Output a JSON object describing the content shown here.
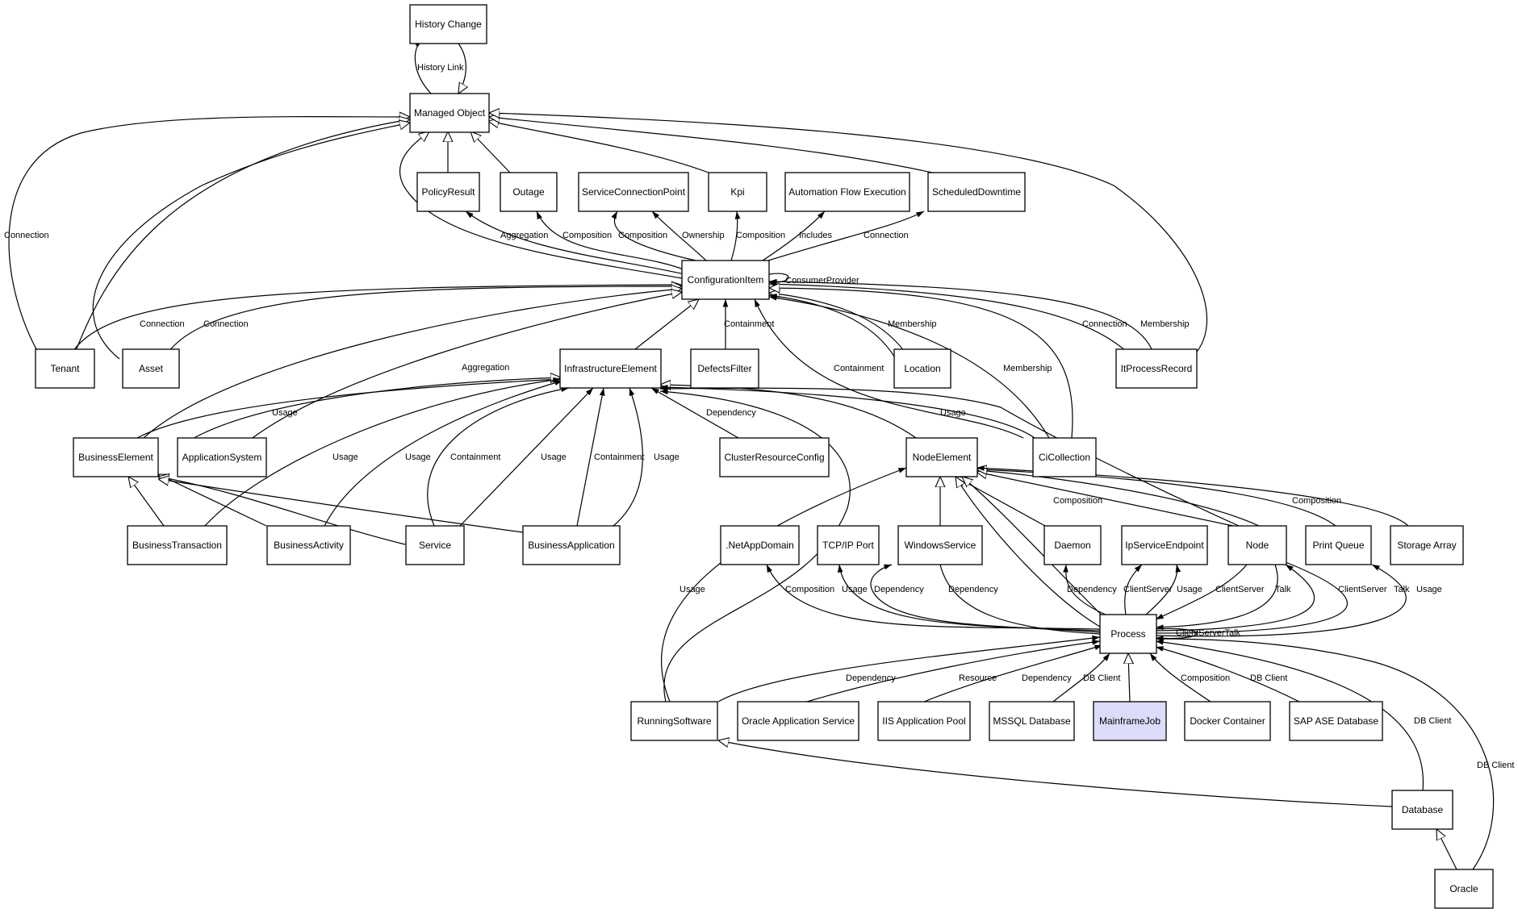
{
  "colors": {
    "background": "#ffffff",
    "stroke": "#000000",
    "node_fill": "#ffffff",
    "highlight_fill": "#dcdcfa"
  },
  "nodes": [
    {
      "id": "history_change",
      "label": "History Change"
    },
    {
      "id": "managed_object",
      "label": "Managed Object"
    },
    {
      "id": "policy_result",
      "label": "PolicyResult"
    },
    {
      "id": "outage",
      "label": "Outage"
    },
    {
      "id": "scp",
      "label": "ServiceConnectionPoint"
    },
    {
      "id": "kpi",
      "label": "Kpi"
    },
    {
      "id": "afe",
      "label": "Automation Flow Execution"
    },
    {
      "id": "sched",
      "label": "ScheduledDowntime"
    },
    {
      "id": "ci",
      "label": "ConfigurationItem"
    },
    {
      "id": "tenant",
      "label": "Tenant"
    },
    {
      "id": "asset",
      "label": "Asset"
    },
    {
      "id": "infra",
      "label": "InfrastructureElement"
    },
    {
      "id": "defects",
      "label": "DefectsFilter"
    },
    {
      "id": "location",
      "label": "Location"
    },
    {
      "id": "itpr",
      "label": "ItProcessRecord"
    },
    {
      "id": "bizel",
      "label": "BusinessElement"
    },
    {
      "id": "appsys",
      "label": "ApplicationSystem"
    },
    {
      "id": "crc",
      "label": "ClusterResourceConfig"
    },
    {
      "id": "nodeel",
      "label": "NodeElement"
    },
    {
      "id": "cicoll",
      "label": "CiCollection"
    },
    {
      "id": "biztx",
      "label": "BusinessTransaction"
    },
    {
      "id": "bizact",
      "label": "BusinessActivity"
    },
    {
      "id": "service",
      "label": "Service"
    },
    {
      "id": "bizapp",
      "label": "BusinessApplication"
    },
    {
      "id": "netapp",
      "label": ".NetAppDomain"
    },
    {
      "id": "tcpip",
      "label": "TCP/IP Port"
    },
    {
      "id": "winsvc",
      "label": "WindowsService"
    },
    {
      "id": "daemon",
      "label": "Daemon"
    },
    {
      "id": "ipse",
      "label": "IpServiceEndpoint"
    },
    {
      "id": "node",
      "label": "Node"
    },
    {
      "id": "printq",
      "label": "Print Queue"
    },
    {
      "id": "storage",
      "label": "Storage Array"
    },
    {
      "id": "process",
      "label": "Process"
    },
    {
      "id": "runsw",
      "label": "RunningSoftware"
    },
    {
      "id": "oas",
      "label": "Oracle Application Service"
    },
    {
      "id": "iis",
      "label": "IIS Application Pool"
    },
    {
      "id": "mssql",
      "label": "MSSQL Database"
    },
    {
      "id": "mainframe",
      "label": "MainframeJob",
      "highlight": true
    },
    {
      "id": "docker",
      "label": "Docker Container"
    },
    {
      "id": "sapase",
      "label": "SAP ASE Database"
    },
    {
      "id": "database",
      "label": "Database"
    },
    {
      "id": "oracle",
      "label": "Oracle"
    }
  ],
  "edge_labels": [
    {
      "id": "history_link",
      "text": "History Link"
    },
    {
      "id": "tenant_conn_mo",
      "text": "Connection"
    },
    {
      "id": "aggr_policy",
      "text": "Aggregation"
    },
    {
      "id": "comp_outage",
      "text": "Composition"
    },
    {
      "id": "comp_scp",
      "text": "Composition"
    },
    {
      "id": "own_scp",
      "text": "Ownership"
    },
    {
      "id": "comp_kpi",
      "text": "Composition"
    },
    {
      "id": "incl_afe",
      "text": "Includes"
    },
    {
      "id": "conn_sched",
      "text": "Connection"
    },
    {
      "id": "consumer_provider",
      "text": "ConsumerProvider"
    },
    {
      "id": "conn_tenant",
      "text": "Connection"
    },
    {
      "id": "conn_asset",
      "text": "Connection"
    },
    {
      "id": "containment_defects",
      "text": "Containment"
    },
    {
      "id": "membership_loc",
      "text": "Membership"
    },
    {
      "id": "conn_itpr",
      "text": "Connection"
    },
    {
      "id": "membership_itpr",
      "text": "Membership"
    },
    {
      "id": "aggr_appsys",
      "text": "Aggregation"
    },
    {
      "id": "containment_cicoll",
      "text": "Containment"
    },
    {
      "id": "membership_cicoll",
      "text": "Membership"
    },
    {
      "id": "usage_bizel",
      "text": "Usage"
    },
    {
      "id": "dep_crc",
      "text": "Dependency"
    },
    {
      "id": "usage_cicoll",
      "text": "Usage"
    },
    {
      "id": "usage_biztx",
      "text": "Usage"
    },
    {
      "id": "usage_bizact",
      "text": "Usage"
    },
    {
      "id": "containment_service",
      "text": "Containment"
    },
    {
      "id": "usage_service",
      "text": "Usage"
    },
    {
      "id": "containment_bizapp",
      "text": "Containment"
    },
    {
      "id": "usage_bizapp",
      "text": "Usage"
    },
    {
      "id": "comp_node",
      "text": "Composition"
    },
    {
      "id": "comp_storage",
      "text": "Composition"
    },
    {
      "id": "usage_runsw",
      "text": "Usage"
    },
    {
      "id": "comp_netapp",
      "text": "Composition"
    },
    {
      "id": "usage_tcpip",
      "text": "Usage"
    },
    {
      "id": "dep_winsvc_a",
      "text": "Dependency"
    },
    {
      "id": "dep_winsvc_b",
      "text": "Dependency"
    },
    {
      "id": "dep_daemon",
      "text": "Dependency"
    },
    {
      "id": "cs_ipse",
      "text": "ClientServer"
    },
    {
      "id": "usage_ipse",
      "text": "Usage"
    },
    {
      "id": "cs_node",
      "text": "ClientServer"
    },
    {
      "id": "talk_node",
      "text": "Talk"
    },
    {
      "id": "cs_printq",
      "text": "ClientServer"
    },
    {
      "id": "talk_printq",
      "text": "Talk"
    },
    {
      "id": "usage_printq",
      "text": "Usage"
    },
    {
      "id": "cs_talk_self",
      "text": "ClientServerTalk"
    },
    {
      "id": "dep_runsw",
      "text": "Dependency"
    },
    {
      "id": "res_oas",
      "text": "Resource"
    },
    {
      "id": "dep_iis",
      "text": "Dependency"
    },
    {
      "id": "dbc_mssql",
      "text": "DB Client"
    },
    {
      "id": "comp_docker",
      "text": "Composition"
    },
    {
      "id": "dbc_sapase",
      "text": "DB Client"
    },
    {
      "id": "dbc_database",
      "text": "DB Client"
    },
    {
      "id": "dbc_oracle",
      "text": "DB Client"
    }
  ]
}
